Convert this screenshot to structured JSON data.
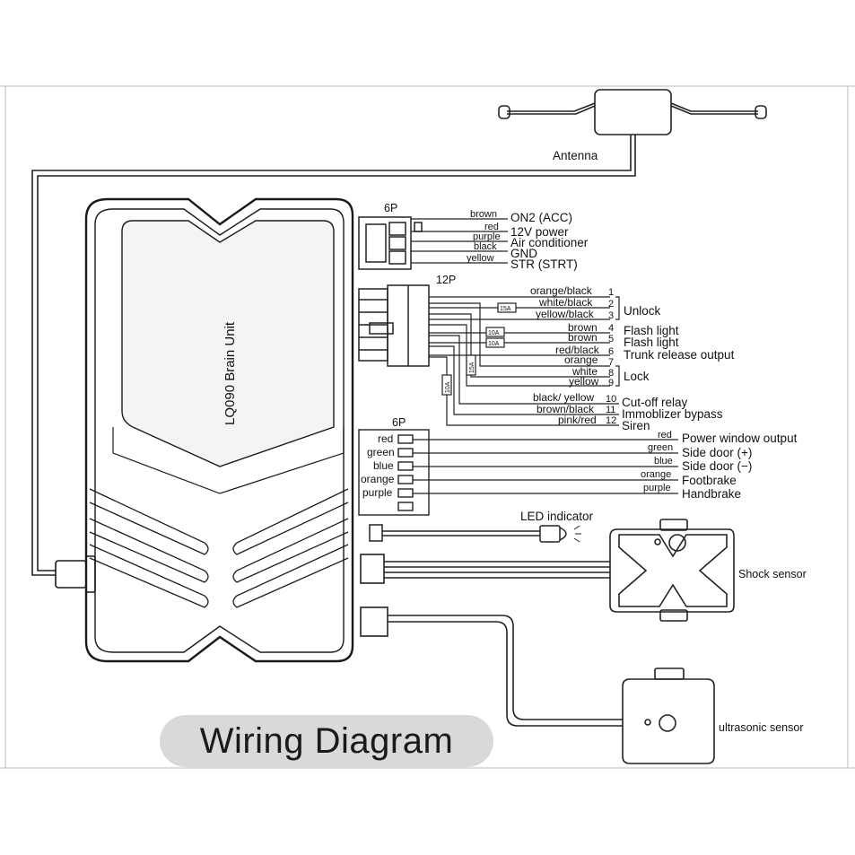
{
  "title": "Wiring Diagram",
  "brain_unit": "LQ090  Brain Unit",
  "antenna": "Antenna",
  "conn6p_top": {
    "label": "6P",
    "wires": [
      {
        "color": "brown",
        "desc": "ON2 (ACC)"
      },
      {
        "color": "red",
        "desc": "12V power"
      },
      {
        "color": "purple",
        "desc": "Air conditioner"
      },
      {
        "color": "black",
        "desc": "GND"
      },
      {
        "color": "yellow",
        "desc": "STR (STRT)"
      }
    ]
  },
  "conn12p": {
    "label": "12P",
    "wires": [
      {
        "color": "orange/black",
        "pin": "1"
      },
      {
        "color": "white/black",
        "pin": "2"
      },
      {
        "color": "yellow/black",
        "pin": "3"
      },
      {
        "color": "brown",
        "pin": "4"
      },
      {
        "color": "brown",
        "pin": "5"
      },
      {
        "color": "red/black",
        "pin": "6"
      },
      {
        "color": "orange",
        "pin": "7"
      },
      {
        "color": "white",
        "pin": "8"
      },
      {
        "color": "yellow",
        "pin": "9"
      },
      {
        "color": "black/ yellow",
        "pin": "10"
      },
      {
        "color": "brown/black",
        "pin": "11"
      },
      {
        "color": "pink/red",
        "pin": "12"
      }
    ],
    "functions": {
      "unlock": "Unlock",
      "flash1": "Flash light",
      "flash2": "Flash light",
      "trunk": "Trunk release output",
      "lock": "Lock",
      "cutoff": "Cut-off relay",
      "immobilizer": "Immoblizer bypass",
      "siren": "Siren"
    },
    "fuses": {
      "f1": "15A",
      "f2": "10A",
      "f3": "10A",
      "f4": "15A",
      "f5": "10A"
    }
  },
  "conn6p_bottom": {
    "label": "6P",
    "pins": [
      "red",
      "green",
      "blue",
      "orange",
      "purple"
    ],
    "wires": [
      {
        "color": "red",
        "desc": "Power window output"
      },
      {
        "color": "green",
        "desc": "Side door  (+)"
      },
      {
        "color": "blue",
        "desc": "Side door  (−)"
      },
      {
        "color": "orange",
        "desc": "Footbrake"
      },
      {
        "color": "purple",
        "desc": "Handbrake"
      }
    ]
  },
  "led": "LED indicator",
  "shock": "Shock sensor",
  "ultrasonic": "ultrasonic sensor"
}
